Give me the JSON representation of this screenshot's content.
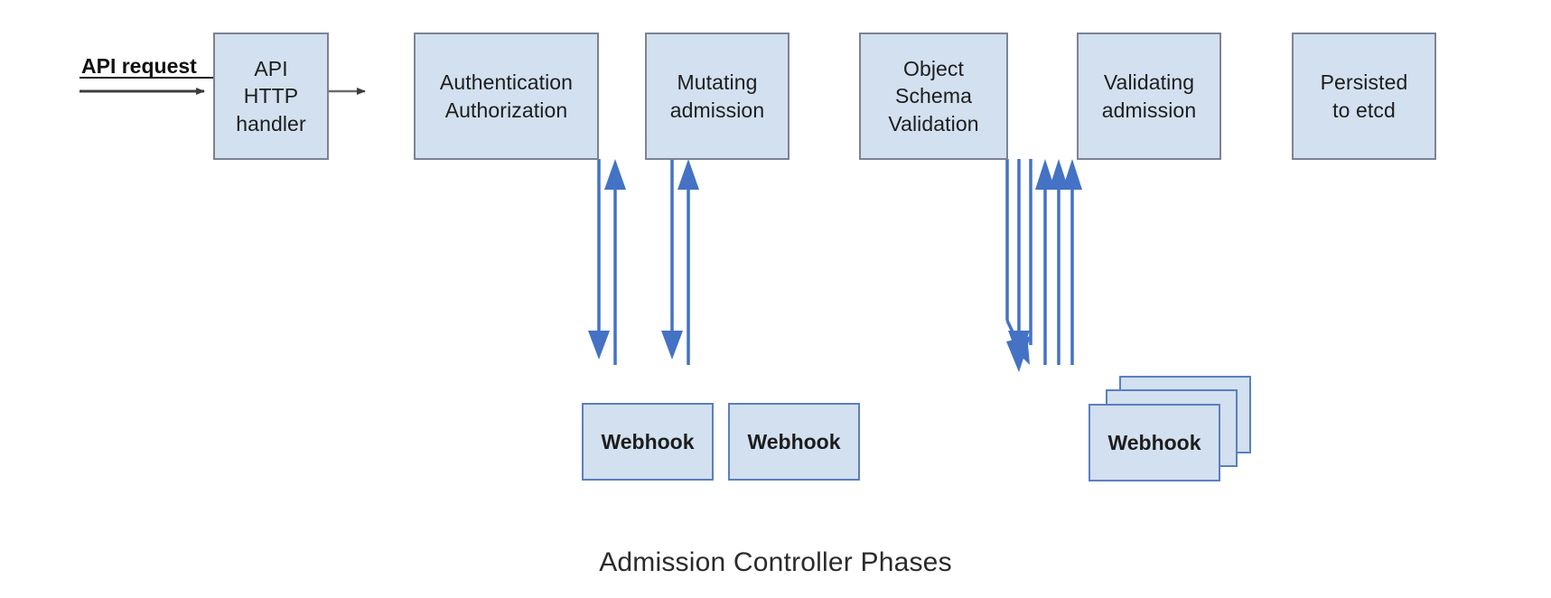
{
  "caption": "Admission Controller Phases",
  "entry": {
    "label": "API request"
  },
  "colors": {
    "box_fill": "#d2e0f0",
    "box_stroke": "#7c8391",
    "webhook_stroke": "#5b7fc0",
    "flow_arrow": "#4d4d4d",
    "webhook_arrow": "#4472c4",
    "text": "#1d1d1d",
    "background": "#ffffff"
  },
  "pipeline": {
    "nodes": [
      {
        "id": "api-http-handler",
        "label": "API\nHTTP\nhandler"
      },
      {
        "id": "authentication-authorization",
        "label": "Authentication\nAuthorization"
      },
      {
        "id": "mutating-admission",
        "label": "Mutating\nadmission"
      },
      {
        "id": "object-schema-validation",
        "label": "Object\nSchema\nValidation"
      },
      {
        "id": "validating-admission",
        "label": "Validating\nadmission"
      },
      {
        "id": "persisted-to-etcd",
        "label": "Persisted\nto etcd"
      }
    ]
  },
  "webhooks": {
    "mutating": [
      {
        "id": "mutating-webhook-1",
        "label": "Webhook"
      },
      {
        "id": "mutating-webhook-2",
        "label": "Webhook"
      }
    ],
    "validating": [
      {
        "id": "validating-webhook-stack",
        "label": "Webhook"
      }
    ]
  },
  "chart_data": {
    "type": "diagram",
    "title": "Admission Controller Phases",
    "nodes": [
      "API request",
      "API HTTP handler",
      "Authentication Authorization",
      "Mutating admission",
      "Object Schema Validation",
      "Validating admission",
      "Persisted to etcd",
      "Webhook",
      "Webhook",
      "Webhook"
    ],
    "edges": [
      {
        "from": "API request",
        "to": "API HTTP handler",
        "style": "solid-arrow"
      },
      {
        "from": "API HTTP handler",
        "to": "Authentication Authorization",
        "style": "solid-arrow"
      },
      {
        "from": "Authentication Authorization",
        "to": "Mutating admission",
        "style": "solid-arrow"
      },
      {
        "from": "Mutating admission",
        "to": "Object Schema Validation",
        "style": "solid-arrow"
      },
      {
        "from": "Object Schema Validation",
        "to": "Validating admission",
        "style": "solid-arrow"
      },
      {
        "from": "Validating admission",
        "to": "Persisted to etcd",
        "style": "solid-arrow"
      },
      {
        "from": "Mutating admission",
        "to": "Webhook 1",
        "style": "blue-bidirectional"
      },
      {
        "from": "Mutating admission",
        "to": "Webhook 2",
        "style": "blue-bidirectional"
      },
      {
        "from": "Validating admission",
        "to": "Webhook stack",
        "style": "blue-bidirectional-multi"
      }
    ]
  }
}
